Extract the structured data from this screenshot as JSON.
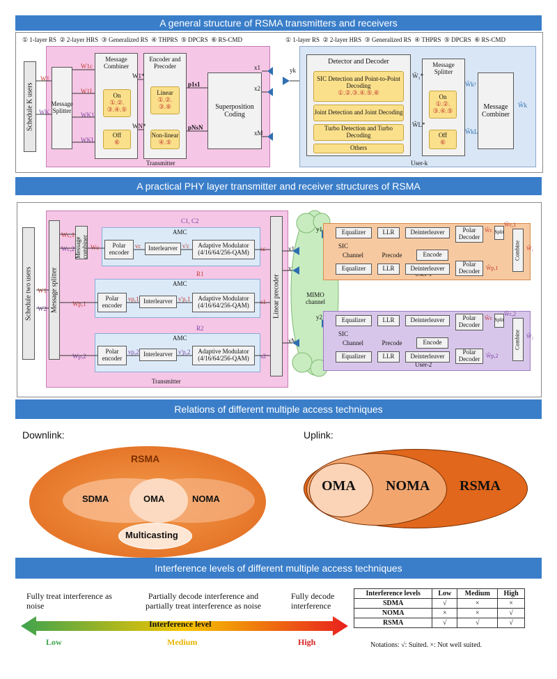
{
  "section1": {
    "title": "A general structure of RSMA transmitters and receivers",
    "legend": [
      "① 1-layer RS",
      "② 2-layer HRS",
      "③ Generalized RS",
      "④ THPRS",
      "⑤ DPCRS",
      "⑥ RS-CMD"
    ],
    "tx": {
      "schedule": "Schedule K users",
      "w1": "W1",
      "wk": "WK",
      "splitter": "Message Splitter",
      "combiner": "Message Combiner",
      "on": "On",
      "on_items": "①.②. ③.④.⑤",
      "off": "Off",
      "off_items": "⑥",
      "enc": "Encoder and Precoder",
      "linear": "Linear",
      "linear_items": "①.②. ③.⑥",
      "nonlinear": "Non-linear",
      "nonlinear_items": "④.⑤",
      "superpos": "Superposition Coding",
      "w1c": "W1c",
      "wl1": "W1L",
      "wk1": "WK1",
      "wkl": "WKL",
      "ws1": "W1*",
      "wsn": "WN*",
      "p1s1": "p1s1",
      "pnsn": "pNsN",
      "x1": "x1",
      "x2": "x2",
      "xm": "xM",
      "label": "Transmitter"
    },
    "rx": {
      "yk": "yk",
      "dd": "Detector and Decoder",
      "sic": "SIC Detection and Point-to-Point Decoding",
      "sic_items": "①.②.③.④.⑤.⑥",
      "joint": "Joint Detection and Joint Decoding",
      "turbo": "Turbo Detection and Turbo Decoding",
      "others": "Others",
      "splitter": "Message Splitter",
      "on": "On",
      "on_items": "①.②. ③.④.⑤",
      "off": "Off",
      "off_items": "⑥",
      "combiner": "Message Combiner",
      "w1s": "Ŵ₁*",
      "wls": "ŴL*",
      "wk1": "Ŵk¹",
      "wkl": "ŴkL",
      "wk": "Ŵk",
      "label": "User-k"
    }
  },
  "section2": {
    "title": "A practical PHY layer transmitter and receiver structures of RSMA",
    "schedule": "Schedule two users",
    "splitter": "Message splitter",
    "combiner": "Message combiner",
    "w1": "W1",
    "w2": "W2",
    "wc1": "Wc,1",
    "wc2": "Wc,2",
    "wp1": "Wp,1",
    "wp2": "Wp,2",
    "wc": "Wc",
    "amc": "AMC",
    "polar": "Polar encoder",
    "interleaver": "Interlearver",
    "modulator": "Adaptive Modulator (4/16/64/256-QAM)",
    "vc": "vc",
    "vcp": "v'c",
    "vp1": "vp,1",
    "vp1p": "v'p,1",
    "vp2": "vp,2",
    "vp2p": "v'p,2",
    "sc": "sc",
    "s1": "s1",
    "s2": "s2",
    "c1c2": "C1, C2",
    "r1": "R1",
    "r2": "R2",
    "linear": "Linear precoder",
    "x1": "x1",
    "x2": "x2",
    "xm": "xM",
    "mimo": "MIMO channel",
    "tx_label": "Transmitter",
    "y1": "y1",
    "y2": "y2",
    "equalizer": "Equalizer",
    "llr": "LLR",
    "deint": "Deinterleaver",
    "polar_dec": "Polar Decoder",
    "split": "Split",
    "combine": "Combine",
    "sic": "SIC",
    "channel": "Channel",
    "precode": "Precode",
    "encode": "Encode",
    "wc_hat": "Ŵc",
    "wc1_hat": "Ŵc,1",
    "wp1_hat": "Ŵp,1",
    "w1_hat": "Ŵ₁",
    "wc2_hat": "Ŵc,2",
    "wp2_hat": "Ŵp,2",
    "w2_hat": "Ŵ₂",
    "user1": "User-1",
    "user2": "User-2"
  },
  "section3": {
    "title": "Relations of different multiple access techniques",
    "downlink": "Downlink:",
    "uplink": "Uplink:",
    "rsma": "RSMA",
    "sdma": "SDMA",
    "oma": "OMA",
    "noma": "NOMA",
    "multicasting": "Multicasting"
  },
  "section4": {
    "title": "Interference levels of different multiple access techniques",
    "left_text": "Fully treat interference as noise",
    "mid_text": "Partially decode interference and partially treat interference as noise",
    "right_text": "Fully decode interference",
    "arrow": "Interference level",
    "low": "Low",
    "medium": "Medium",
    "high": "High",
    "table": {
      "headers": [
        "Interference levels",
        "Low",
        "Medium",
        "High"
      ],
      "rows": [
        [
          "SDMA",
          "√",
          "×",
          "×"
        ],
        [
          "NOMA",
          "×",
          "×",
          "√"
        ],
        [
          "RSMA",
          "√",
          "√",
          "√"
        ]
      ]
    },
    "notations": "Notations: √: Suited. ×: Not well suited."
  },
  "colors": {
    "band": "#3a7ec9",
    "low": "#3fa34d",
    "medium": "#e8b400",
    "high": "#d62020"
  }
}
